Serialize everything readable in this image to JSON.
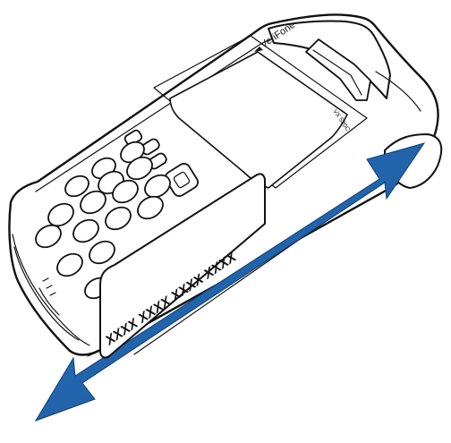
{
  "device": {
    "brand": "VeriFone",
    "model": "VX 520C"
  },
  "card": {
    "number_mask": "XXXX XXXX XXXX XXXX"
  },
  "arrow": {
    "color": "#1a5aa0"
  }
}
